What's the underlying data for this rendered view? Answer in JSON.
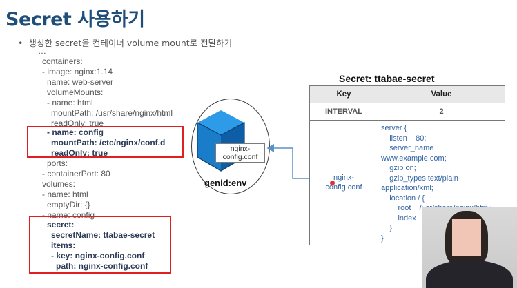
{
  "slide": {
    "title": "Secret 사용하기",
    "bullet": "생성한 secret을  컨테이너 volume mount로 전달하기"
  },
  "yaml_lines": [
    "…",
    "containers:",
    "- image: nginx:1.14",
    "name: web-server",
    "volumeMounts:",
    "- name: html",
    "mountPath: /usr/share/nginx/html",
    "readOnly: true",
    "- name: config",
    "mountPath: /etc/nginx/conf.d",
    "readOnly: true",
    "ports:",
    "- containerPort: 80",
    "volumes:",
    "- name: html",
    "emptyDir: {}",
    "- name: config",
    "secret:",
    "secretName: ttabae-secret",
    "items:",
    "- key: nginx-config.conf",
    "path: nginx-config.conf"
  ],
  "diagram": {
    "pod_label": "genid:env",
    "file_label_line1": "nginx-",
    "file_label_line2": "config.conf",
    "colors": {
      "cube": "#1e88d8",
      "cube_dark": "#0a4f8f",
      "arrow": "#5b8fc7",
      "highlight": "#e02020"
    }
  },
  "secret_table": {
    "title": "Secret: ttabae-secret",
    "headers": [
      "Key",
      "Value"
    ],
    "rows": [
      {
        "key": "INTERVAL",
        "value": "2"
      },
      {
        "key_line1": "nginx-",
        "key_line2": "config.conf",
        "value_lines": [
          "server {",
          "    listen    80;",
          "    server_name",
          "www.example.com;",
          "    gzip on;",
          "    gzip_types text/plain",
          "application/xml;",
          "    location / {",
          "        root    /usr/share/nginx/html;",
          "        index   index.html index.htm;",
          "    }",
          "}"
        ]
      }
    ]
  }
}
